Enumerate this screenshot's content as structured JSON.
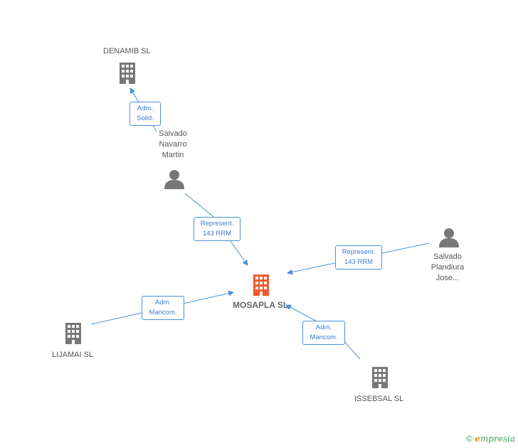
{
  "nodes": {
    "center": {
      "label": "MOSAPLA SL",
      "color": "#f15a2b"
    },
    "denamib": {
      "label": "DENAMIB SL"
    },
    "salvado_navarro": {
      "label_lines": [
        "Salvado",
        "Navarro",
        "Martin"
      ]
    },
    "salvado_plandiura": {
      "label_lines": [
        "Salvado",
        "Plandiura",
        "Jose..."
      ]
    },
    "lijamai": {
      "label": "LIJAMAI SL"
    },
    "issebsal": {
      "label": "ISSEBSAL SL"
    }
  },
  "edges": {
    "adm_solid": {
      "lines": [
        "Adm.",
        "Solid."
      ]
    },
    "represent_1": {
      "lines": [
        "Represent.",
        "143 RRM"
      ]
    },
    "represent_2": {
      "lines": [
        "Represent.",
        "143 RRM"
      ]
    },
    "adm_mancom_1": {
      "lines": [
        "Adm.",
        "Mancom."
      ]
    },
    "adm_mancom_2": {
      "lines": [
        "Adm.",
        "Mancom."
      ]
    }
  },
  "colors": {
    "edge": "#4a90d9",
    "node": "#777777",
    "center": "#f15a2b"
  },
  "footer": {
    "copyright": "©",
    "brand_e": "e",
    "brand_rest": "mpresia"
  }
}
